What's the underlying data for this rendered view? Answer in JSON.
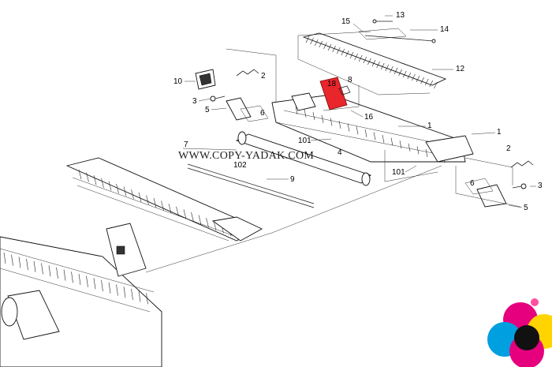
{
  "watermark": "WWW.COPY-YADAK.COM",
  "highlight_color": "#e8262b",
  "callouts": {
    "c13": "13",
    "c15": "15",
    "c14": "14",
    "c12": "12",
    "c10": "10",
    "c2a": "2",
    "c3a": "3",
    "c5a": "5",
    "c6a": "6",
    "c18": "18",
    "c8": "8",
    "c16": "16",
    "c1a": "1",
    "c1b": "1",
    "c2b": "2",
    "c3b": "3",
    "c5b": "5",
    "c6b": "6",
    "c7": "7",
    "c4": "4",
    "c102": "102",
    "c101a": "101",
    "c101b": "101",
    "c9": "9"
  },
  "logo_colors": [
    "#e6007e",
    "#00a0e0",
    "#ffd400",
    "#111111",
    "#ff4fa0"
  ]
}
